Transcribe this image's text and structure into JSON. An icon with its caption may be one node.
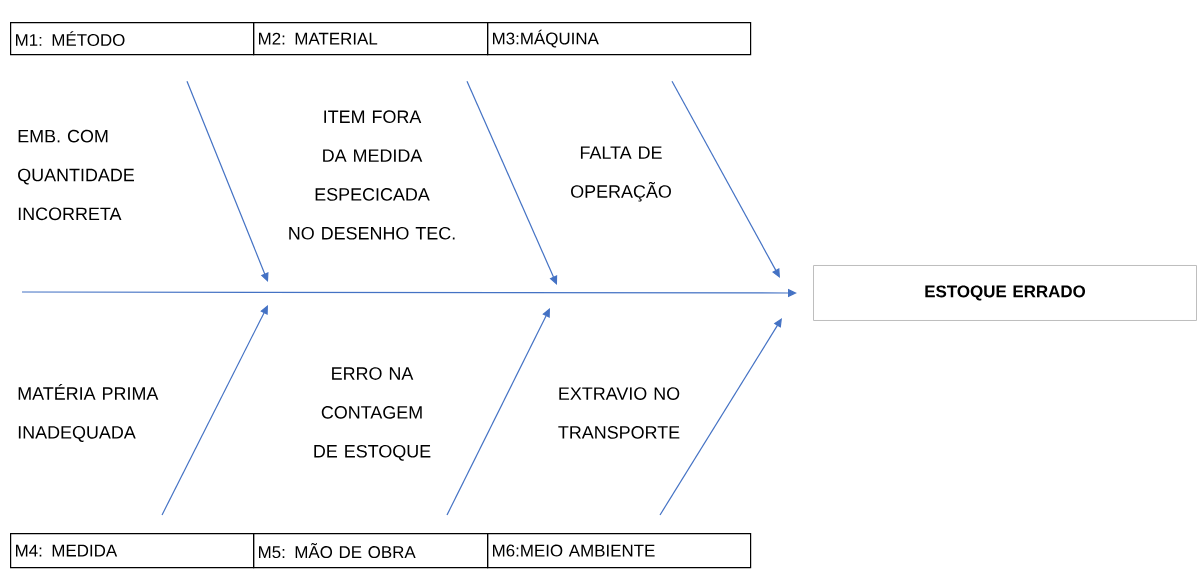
{
  "diagram": {
    "nodes": [
      {
        "text": [
          "M1: MÉTODO"
        ]
      },
      {
        "text": [
          "M2: MATERIAL"
        ]
      },
      {
        "text": [
          "M3:MÁQUINA"
        ]
      },
      {
        "text": [
          "M4: MEDIDA"
        ]
      },
      {
        "text": [
          "M5: MÃO DE OBRA"
        ]
      },
      {
        "text": [
          "M6:MEIO AMBIENTE"
        ]
      },
      {
        "text": [
          "ESTOQUE ERRADO"
        ]
      }
    ],
    "edges": [
      {
        "from": 0,
        "to": null,
        "arrow": "to"
      },
      {
        "from": 1,
        "to": null,
        "arrow": "to"
      },
      {
        "from": 2,
        "to": null,
        "arrow": "to"
      },
      {
        "from": 3,
        "to": null,
        "arrow": "to"
      },
      {
        "from": 4,
        "to": null,
        "arrow": "to"
      },
      {
        "from": 5,
        "to": null,
        "arrow": "to"
      },
      {
        "from": null,
        "to": 6,
        "arrow": "to"
      }
    ],
    "labels": [
      "EMB. COM QUANTIDADE INCORRETA",
      "ITEM FORA DA MEDIDA ESPECICADA NO DESENHO TEC.",
      "FALTA DE OPERAÇÃO",
      "MATÉRIA PRIMA INADEQUADA",
      "ERRO NA CONTAGEM DE ESTOQUE",
      "EXTRAVIO NO TRANSPORTE"
    ]
  }
}
